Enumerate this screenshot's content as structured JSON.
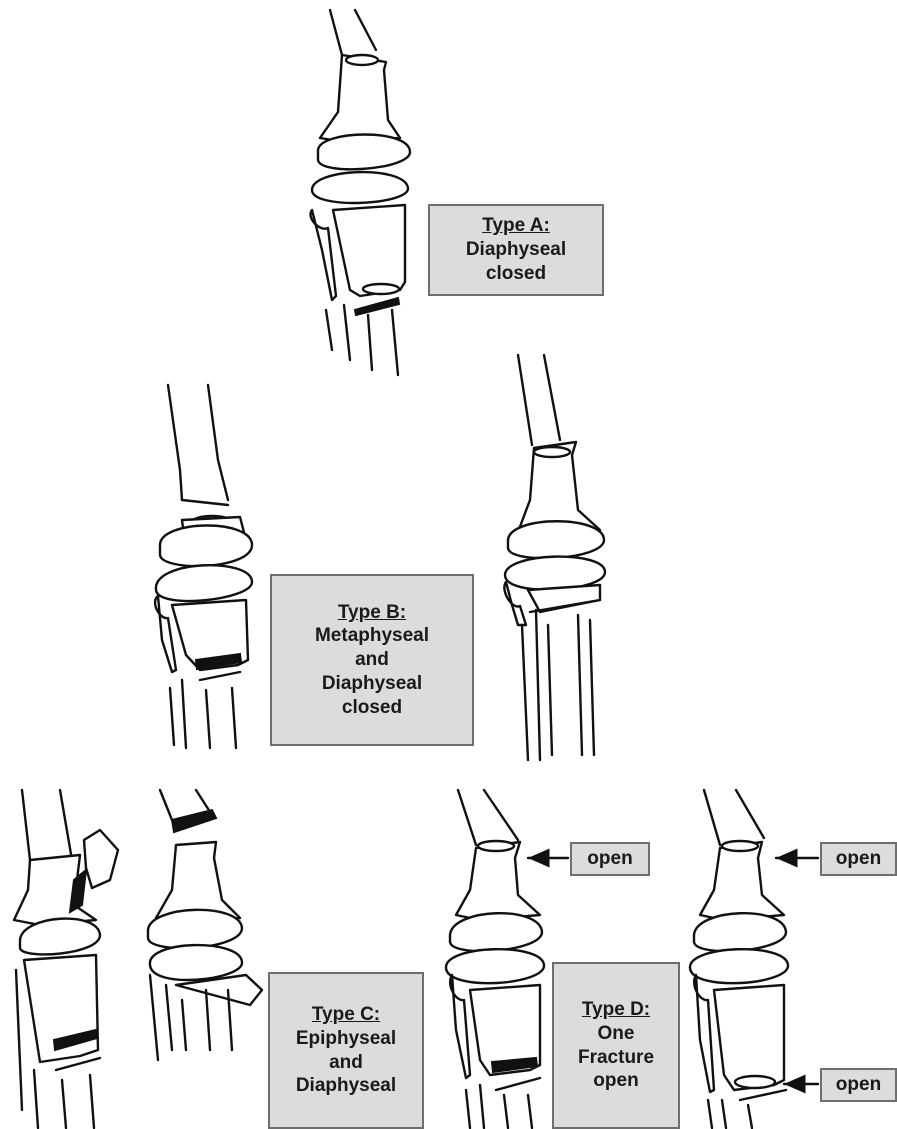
{
  "type_a": {
    "title": "Type A:",
    "line1": "Diaphyseal",
    "line2": "closed"
  },
  "type_b": {
    "title": "Type B:",
    "line1": "Metaphyseal",
    "line2": "and",
    "line3": "Diaphyseal",
    "line4": "closed"
  },
  "type_c": {
    "title": "Type C:",
    "line1": "Epiphyseal",
    "line2": "and",
    "line3": "Diaphyseal"
  },
  "type_d": {
    "title": "Type D:",
    "line1": "One",
    "line2": "Fracture",
    "line3": "open"
  },
  "tags": {
    "open_1": "open",
    "open_2": "open",
    "open_3": "open"
  },
  "colors": {
    "box_fill": "#dcdcdc",
    "box_border": "#6e6e6e",
    "ink": "#111111"
  }
}
